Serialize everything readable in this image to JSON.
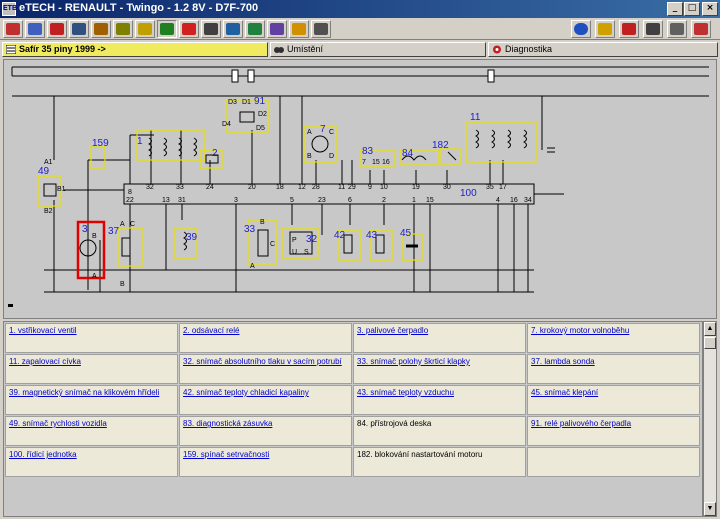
{
  "window": {
    "title": "eTECH - RENAULT - Twingo - 1.2 8V - D7F-700",
    "app_icon_text": "ETB"
  },
  "tabs": [
    {
      "label": "Safír 35 piny 1999 ->"
    },
    {
      "label": "Umístění"
    },
    {
      "label": "Diagnostika"
    }
  ],
  "colors": {
    "title_start": "#0a246a",
    "title_end": "#3a6ea5",
    "wire": "#000000",
    "component": "#e8e000",
    "highlight": "#e00000",
    "link": "#0000cc"
  },
  "toolbar_left": [
    {
      "icon": "car-icon",
      "color": "#c03030"
    },
    {
      "icon": "magnifier-icon",
      "color": "#4060c0"
    },
    {
      "icon": "checklist-icon",
      "color": "#c02020"
    },
    {
      "icon": "wrench-icon",
      "color": "#305080"
    },
    {
      "icon": "engine-icon",
      "color": "#a06000"
    },
    {
      "icon": "battery-icon",
      "color": "#808000"
    },
    {
      "icon": "pencil-icon",
      "color": "#c0a000"
    },
    {
      "icon": "wiring-icon",
      "color": "#208020"
    },
    {
      "icon": "abs-icon",
      "color": "#d02020"
    },
    {
      "icon": "gearbox-icon",
      "color": "#404040"
    },
    {
      "icon": "ac-icon",
      "color": "#2060a0"
    },
    {
      "icon": "clock-icon",
      "color": "#208040"
    },
    {
      "icon": "seat-icon",
      "color": "#6040a0"
    },
    {
      "icon": "light-icon",
      "color": "#d09000"
    },
    {
      "icon": "radio-icon",
      "color": "#505050"
    }
  ],
  "toolbar_right": [
    {
      "icon": "globe-icon",
      "color": "#2050c0"
    },
    {
      "icon": "info-icon",
      "color": "#d0a000"
    },
    {
      "icon": "user-icon",
      "color": "#c02020"
    },
    {
      "icon": "print-icon",
      "color": "#404040"
    },
    {
      "icon": "calculator-icon",
      "color": "#606060"
    },
    {
      "icon": "help-icon",
      "color": "#c03030"
    }
  ],
  "diagram": {
    "components": [
      {
        "num": "49",
        "pins": [
          "A1",
          "B1",
          "B2"
        ]
      },
      {
        "num": "159"
      },
      {
        "num": "1"
      },
      {
        "num": "2"
      },
      {
        "num": "91",
        "pins": [
          "D3",
          "D1",
          "D2",
          "D4",
          "D5"
        ]
      },
      {
        "num": "7",
        "pins": [
          "A",
          "B",
          "C",
          "D"
        ]
      },
      {
        "num": "83",
        "pins": [
          "7",
          "15",
          "16"
        ]
      },
      {
        "num": "84"
      },
      {
        "num": "182"
      },
      {
        "num": "11"
      },
      {
        "num": "100"
      },
      {
        "num": "3",
        "pins": [
          "B",
          "A"
        ]
      },
      {
        "num": "37",
        "pins": [
          "A",
          "B",
          "C"
        ]
      },
      {
        "num": "39"
      },
      {
        "num": "33",
        "pins": [
          "A",
          "B",
          "C"
        ]
      },
      {
        "num": "32",
        "pins": [
          "P",
          "U",
          "S"
        ]
      },
      {
        "num": "42"
      },
      {
        "num": "43"
      },
      {
        "num": "45"
      }
    ],
    "ecu_pins_top": [
      "32",
      "33",
      "24",
      "20",
      "18",
      "12",
      "28",
      "11",
      "29",
      "9",
      "10",
      "19",
      "30",
      "35",
      "17"
    ],
    "ecu_pins_bottom": [
      "8",
      "22",
      "13",
      "31",
      "3",
      "5",
      "23",
      "6",
      "2",
      "1",
      "15",
      "4",
      "16",
      "34"
    ]
  },
  "grid": {
    "cells": [
      {
        "text": "1. vstřikovací ventil",
        "link": true
      },
      {
        "text": "2. odsávací relé",
        "link": true
      },
      {
        "text": "3. palivové čerpadlo",
        "link": true
      },
      {
        "text": "7. krokový motor volnoběhu",
        "link": true
      },
      {
        "text": "11. zapalovací cívka",
        "link": true
      },
      {
        "text": "32. snímač absolutního tlaku v sacím potrubí",
        "link": true
      },
      {
        "text": "33. snímač polohy škrticí klapky",
        "link": true
      },
      {
        "text": "37. lambda sonda",
        "link": true
      },
      {
        "text": "39. magnetický snímač na klikovém hřídeli",
        "link": true
      },
      {
        "text": "42. snímač teploty chladicí kapaliny",
        "link": true
      },
      {
        "text": "43. snímač teploty vzduchu",
        "link": true
      },
      {
        "text": "45. snímač klepání",
        "link": true
      },
      {
        "text": "49. snímač rychlosti vozidla",
        "link": true
      },
      {
        "text": "83. diagnostická zásuvka",
        "link": true
      },
      {
        "text": "84. přístrojová deska",
        "link": false
      },
      {
        "text": "91. relé palivového čerpadla",
        "link": true
      },
      {
        "text": "100. řídicí jednotka",
        "link": true
      },
      {
        "text": "159. spínač setrvačnosti",
        "link": true
      },
      {
        "text": "182. blokování nastartování motoru",
        "link": false
      }
    ]
  }
}
